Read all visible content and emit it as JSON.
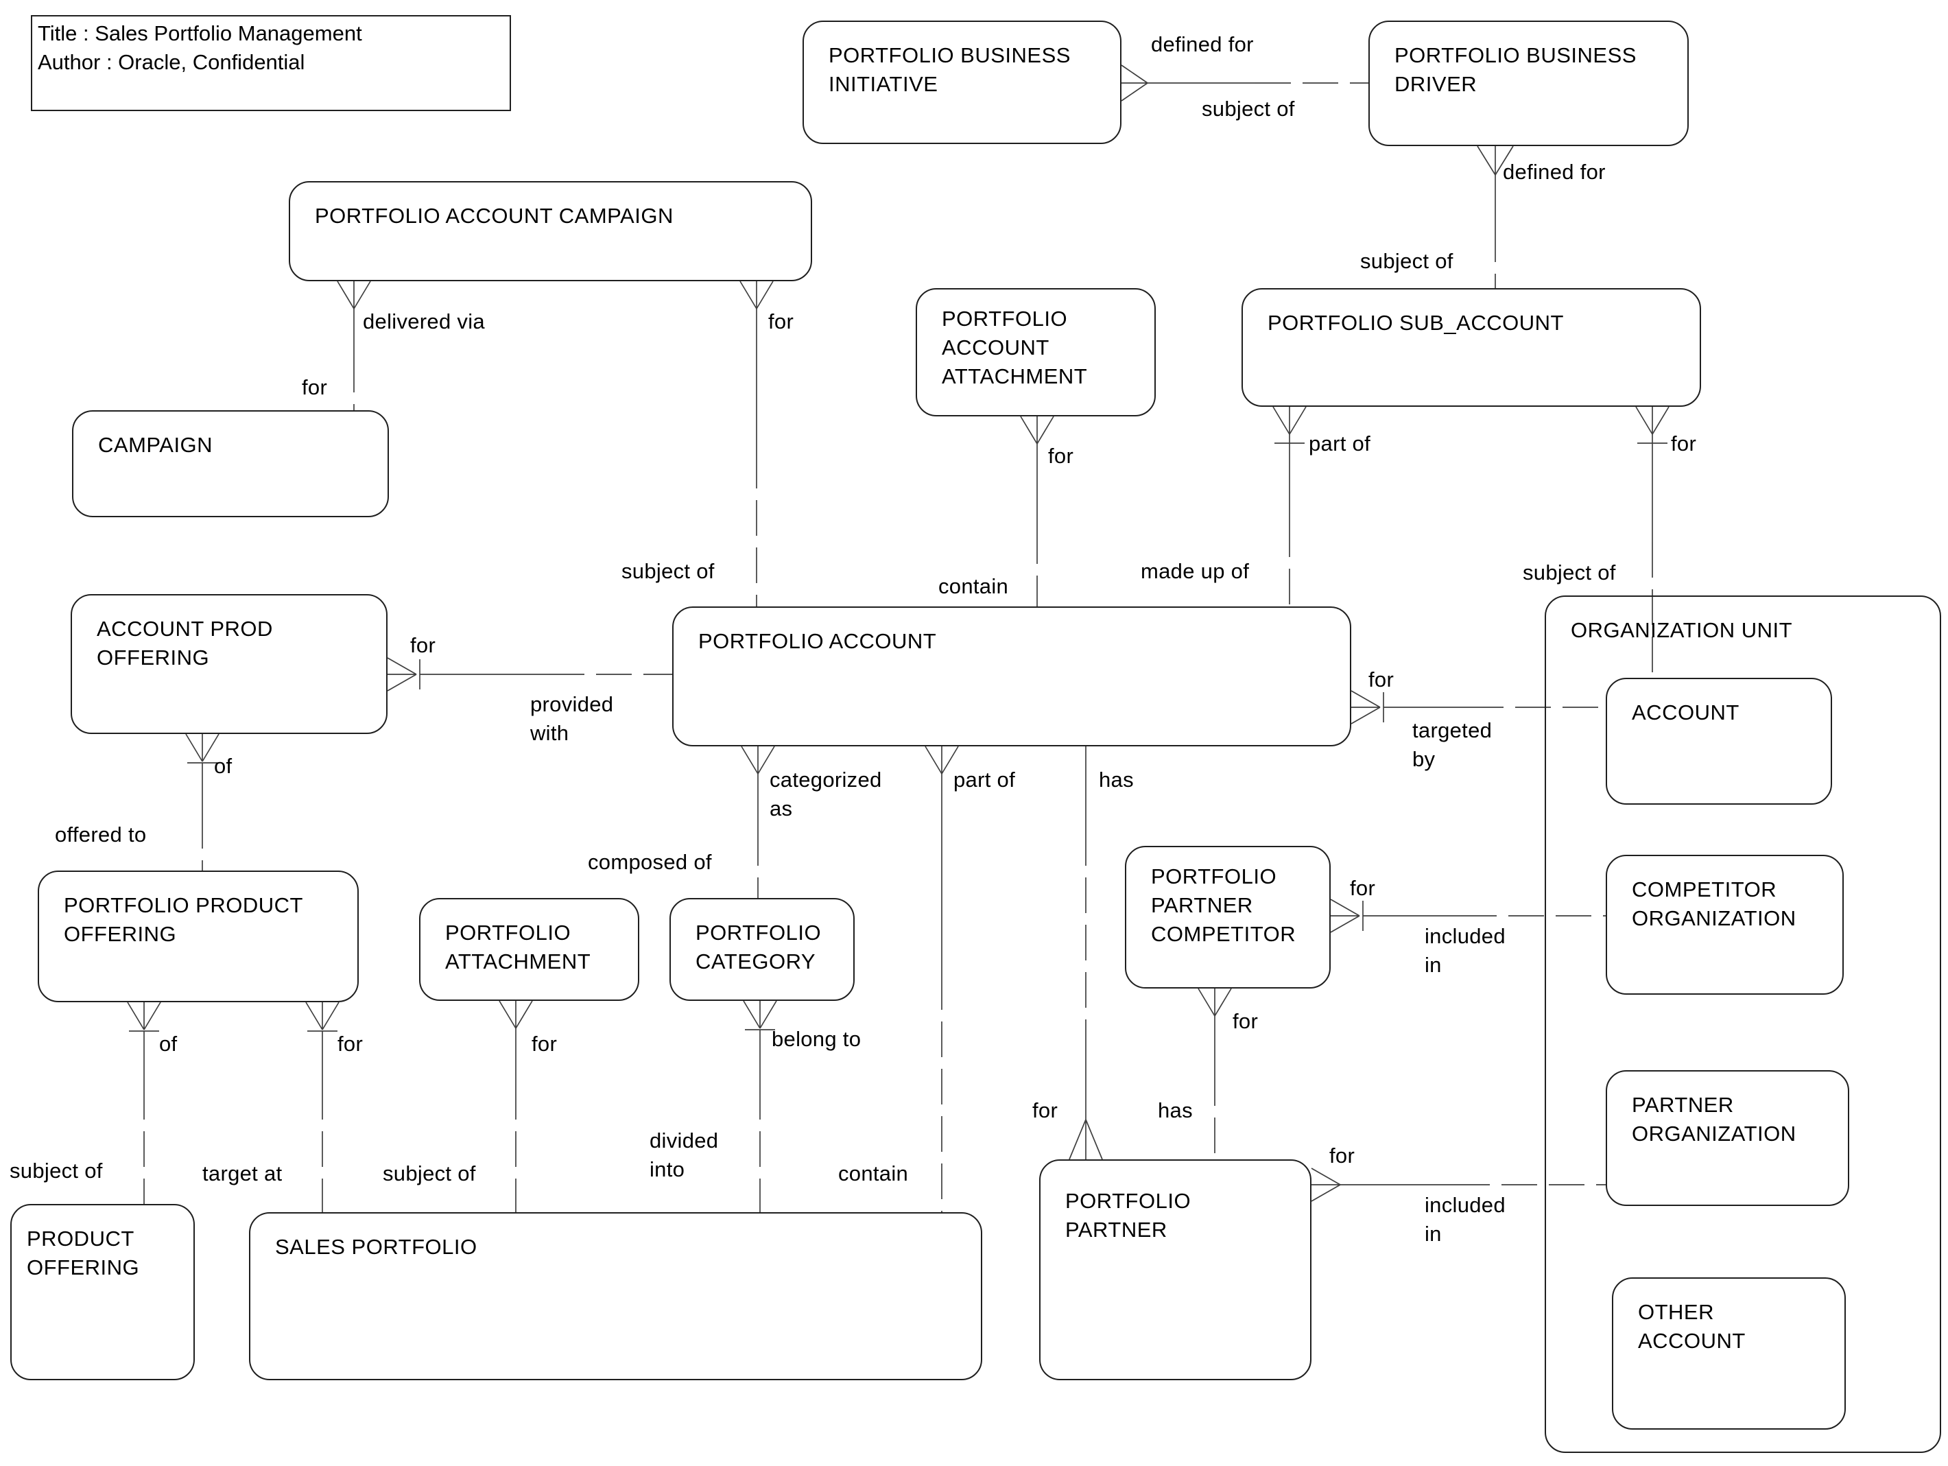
{
  "title_box": {
    "line1": "Title : Sales Portfolio Management",
    "line2": "Author : Oracle, Confidential"
  },
  "entities": {
    "portfolio_business_initiative": "PORTFOLIO BUSINESS\nINITIATIVE",
    "portfolio_business_driver": "PORTFOLIO BUSINESS\nDRIVER",
    "portfolio_account_campaign": "PORTFOLIO ACCOUNT CAMPAIGN",
    "campaign": "CAMPAIGN",
    "portfolio_account_attachment": "PORTFOLIO\nACCOUNT\nATTACHMENT",
    "portfolio_sub_account": "PORTFOLIO SUB_ACCOUNT",
    "account_prod_offering": "ACCOUNT PROD\nOFFERING",
    "portfolio_account": "PORTFOLIO ACCOUNT",
    "organization_unit": "ORGANIZATION UNIT",
    "account": "ACCOUNT",
    "competitor_organization": "COMPETITOR\nORGANIZATION",
    "partner_organization": "PARTNER\nORGANIZATION",
    "other_account": "OTHER\nACCOUNT",
    "portfolio_product_offering": "PORTFOLIO PRODUCT\nOFFERING",
    "portfolio_attachment": "PORTFOLIO\nATTACHMENT",
    "portfolio_category": "PORTFOLIO\nCATEGORY",
    "portfolio_partner_competitor": "PORTFOLIO\nPARTNER\nCOMPETITOR",
    "portfolio_partner": "PORTFOLIO\nPARTNER",
    "product_offering": "PRODUCT\nOFFERING",
    "sales_portfolio": "SALES PORTFOLIO"
  },
  "labels": {
    "defined_for_1": "defined for",
    "subject_of_1": "subject of",
    "defined_for_2": "defined for",
    "subject_of_2": "subject of",
    "delivered_via": "delivered via",
    "for_campaign": "for",
    "for_account_campaign": "for",
    "for_attachment": "for",
    "subject_of_account": "subject of",
    "contain_account": "contain",
    "made_up_of": "made up of",
    "part_of_sub": "part of",
    "for_sub": "for",
    "subject_of_org": "subject of",
    "for_prod": "for",
    "provided_with": "provided\nwith",
    "of_prod": "of",
    "offered_to": "offered to",
    "for_targeted": "for",
    "targeted_by": "targeted\nby",
    "categorized_as": "categorized\nas",
    "composed_of": "composed of",
    "part_of_account": "part of",
    "has_account": "has",
    "for_ppc": "for",
    "included_in_1": "included\nin",
    "for_ppc_down": "for",
    "for_partner_left": "for",
    "has_partner": "has",
    "of_ppo": "of",
    "for_ppo": "for",
    "for_pattach": "for",
    "belong_to": "belong to",
    "divided_into": "divided\ninto",
    "subject_of_po": "subject of",
    "target_at": "target at",
    "subject_of_sp": "subject of",
    "contain_sp": "contain",
    "for_partner_right": "for",
    "included_in_2": "included\nin"
  },
  "colors": {
    "line": "#3f3f3f",
    "border": "#1f1f1f",
    "text": "#000000",
    "background": "#ffffff"
  }
}
